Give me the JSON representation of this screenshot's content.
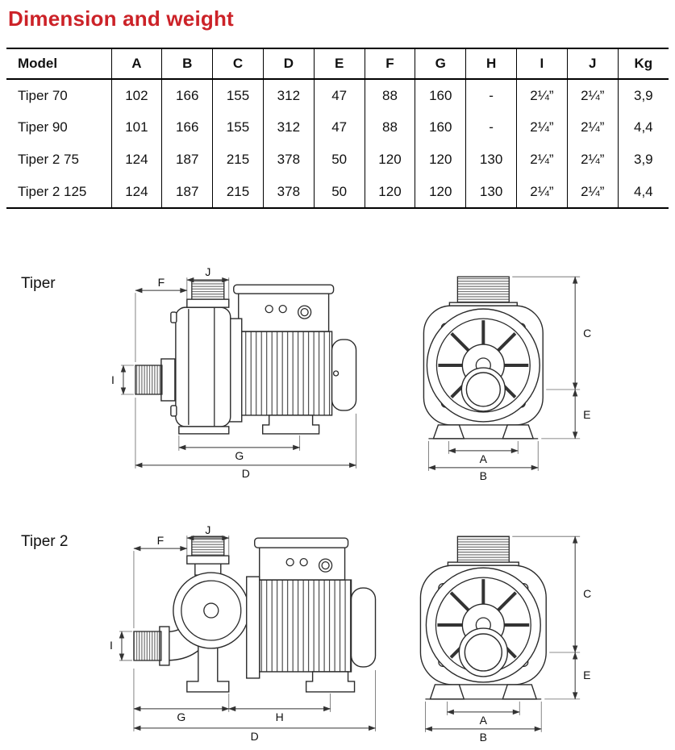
{
  "page": {
    "title": "Dimension and weight"
  },
  "colors": {
    "accent": "#cc2228"
  },
  "table": {
    "headers": [
      "Model",
      "A",
      "B",
      "C",
      "D",
      "E",
      "F",
      "G",
      "H",
      "I",
      "J",
      "Kg"
    ],
    "rows": [
      [
        "Tiper 70",
        "102",
        "166",
        "155",
        "312",
        "47",
        "88",
        "160",
        "-",
        "2¼”",
        "2¼”",
        "3,9"
      ],
      [
        "Tiper 90",
        "101",
        "166",
        "155",
        "312",
        "47",
        "88",
        "160",
        "-",
        "2¼”",
        "2¼”",
        "4,4"
      ],
      [
        "Tiper 2 75",
        "124",
        "187",
        "215",
        "378",
        "50",
        "120",
        "120",
        "130",
        "2¼”",
        "2¼”",
        "3,9"
      ],
      [
        "Tiper 2 125",
        "124",
        "187",
        "215",
        "378",
        "50",
        "120",
        "120",
        "130",
        "2¼”",
        "2¼”",
        "4,4"
      ]
    ]
  },
  "figures": [
    {
      "label": "Tiper",
      "dims": {
        "J": "J",
        "F": "F",
        "I": "I",
        "G": "G",
        "D": "D",
        "C": "C",
        "E": "E",
        "A": "A",
        "B": "B"
      }
    },
    {
      "label": "Tiper 2",
      "dims": {
        "J": "J",
        "F": "F",
        "I": "I",
        "G": "G",
        "H": "H",
        "D": "D",
        "C": "C",
        "E": "E",
        "A": "A",
        "B": "B"
      }
    }
  ]
}
